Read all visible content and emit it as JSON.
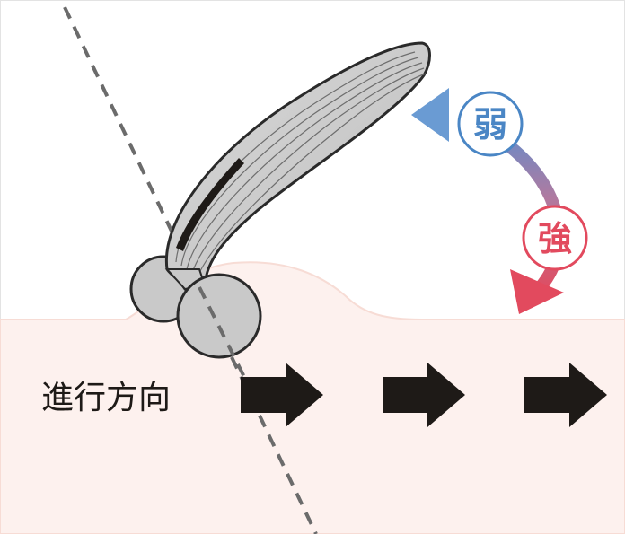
{
  "labels": {
    "weak": "弱",
    "strong": "強",
    "direction": "進行方向"
  },
  "colors": {
    "skin": "#fdf1ee",
    "skin_edge": "#f7dcd5",
    "weak_blue": "#4a86c5",
    "strong_red": "#e24a5e",
    "roller_gray": "#c9c9c9",
    "outline": "#2a2a2a",
    "arrow_black": "#1e1a17",
    "dash_gray": "#6b6b6b"
  },
  "icons": {
    "arrow": "right-arrow-icon",
    "roller": "face-roller-icon"
  }
}
